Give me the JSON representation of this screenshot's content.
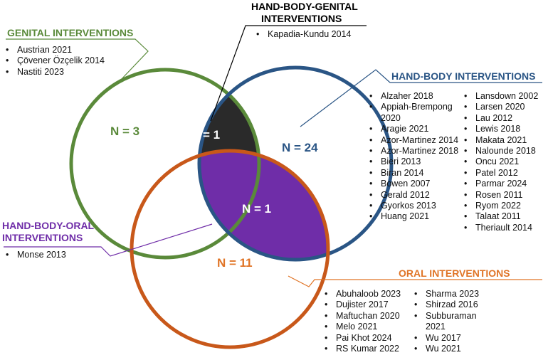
{
  "groups": {
    "genital": {
      "title": "GENITAL INTERVENTIONS",
      "count": "N = 3",
      "color": "#5a8a3a",
      "studies": [
        "Austrian 2021",
        "Çövener Özçelik 2014",
        "Nastiti 2023"
      ]
    },
    "hand_body_genital": {
      "title_line1": "HAND-BODY-GENITAL",
      "title_line2": "INTERVENTIONS",
      "count": "N = 1",
      "color": "#222222",
      "studies": [
        "Kapadia-Kundu 2014"
      ]
    },
    "hand_body": {
      "title": "HAND-BODY INTERVENTIONS",
      "count": "N = 24",
      "color": "#2a5585",
      "studies_col1": [
        "Alzaher 2018",
        "Appiah-Brempong 2020",
        "Aragie 2021",
        "Azor-Martinez 2014",
        "Azor-Martinez 2018",
        "Bieri 2013",
        "Biran 2014",
        "Bowen 2007",
        "Gerald 2012",
        "Gyorkos 2013",
        "Huang 2021"
      ],
      "studies_col2": [
        "Lansdown 2002",
        "Larsen 2020",
        "Lau 2012",
        "Lewis 2018",
        "Makata 2021",
        "Nalounde 2018",
        "Oncu 2021",
        "Patel 2012",
        "Parmar 2024",
        "Rosen 2011",
        "Ryom 2022",
        "Talaat 2011",
        "Theriault 2014"
      ]
    },
    "hand_body_oral": {
      "title_line1": "HAND-BODY-ORAL",
      "title_line2": "INTERVENTIONS",
      "count": "N = 1",
      "color": "#6f2da8",
      "studies": [
        "Monse 2013"
      ]
    },
    "oral": {
      "title": "ORAL INTERVENTIONS",
      "count": "N = 11",
      "color": "#e07426",
      "circle_color": "#c8581a",
      "studies_col1": [
        "Abuhaloob 2023",
        "Dujister 2017",
        "Maftuchan 2020",
        "Melo 2021",
        "Pai Khot 2024",
        "RS Kumar 2022"
      ],
      "studies_col2": [
        "Sharma 2023",
        "Shirzad 2016",
        "Subburaman 2021",
        "Wu 2017",
        "Wu 2021"
      ]
    }
  }
}
